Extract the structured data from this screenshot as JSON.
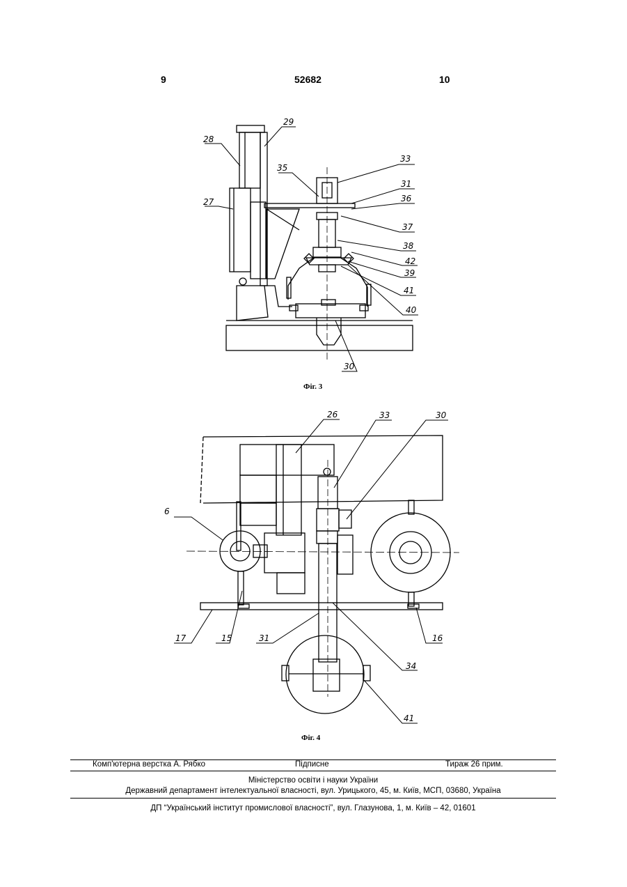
{
  "header": {
    "page_left": "9",
    "patent_number": "52682",
    "page_right": "10"
  },
  "figures": [
    {
      "caption": "Фіг. 3",
      "callouts": [
        "29",
        "28",
        "27",
        "33",
        "35",
        "31",
        "36",
        "37",
        "38",
        "42",
        "39",
        "41",
        "40",
        "30"
      ]
    },
    {
      "caption": "Фіг. 4",
      "callouts": [
        "26",
        "33",
        "30",
        "6",
        "17",
        "15",
        "31",
        "34",
        "16",
        "41"
      ]
    }
  ],
  "footer": {
    "layout": "Комп'ютерна верстка А. Рябко",
    "signed": "Підписне",
    "circulation": "Тираж 26 прим.",
    "ministry": "Міністерство освіти і науки України",
    "department": "Державний департамент інтелектуальної власності, вул. Урицького, 45, м. Київ, МСП, 03680, Україна",
    "institute": "ДП “Український інститут промислової власності”, вул. Глазунова, 1, м. Київ – 42, 01601"
  }
}
